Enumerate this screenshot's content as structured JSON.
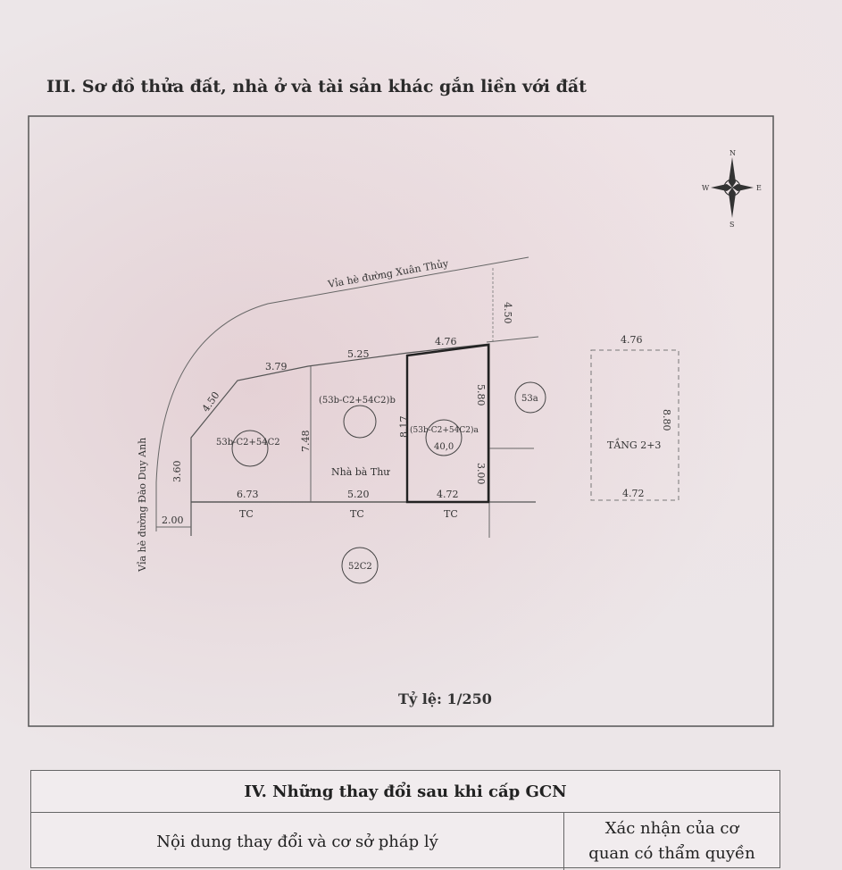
{
  "section_title": "III. Sơ đồ thửa đất, nhà ở và tài sản khác gắn liền với đất",
  "compass": {
    "n": "N",
    "s": "S",
    "e": "E",
    "w": "W"
  },
  "streets": {
    "xuan_thuy": "Vỉa hè đường Xuân Thủy",
    "dao_duy_anh": "Vỉa hè đường Đào Duy Anh"
  },
  "dimensions": {
    "top_left_diag": "4.50",
    "top_seg1": "3.79",
    "top_seg2": "5.25",
    "top_seg3": "4.76",
    "right_offset": "4.50",
    "left_height": "3.60",
    "mid_height": "7.48",
    "plot_a_height": "8.17",
    "right_upper": "5.80",
    "right_lower": "3.00",
    "bottom_seg1": "6.73",
    "bottom_seg2": "5.20",
    "bottom_seg3": "4.72",
    "left_offset": "2.00",
    "floor_top": "4.76",
    "floor_height": "8.80",
    "floor_bottom": "4.72"
  },
  "labels": {
    "plot_left": "53b-C2+54C2",
    "plot_mid": "(53b-C2+54C2)b",
    "plot_main": "(53b-C2+54C2)a",
    "plot_main_area": "40,0",
    "neighbor_right": "53a",
    "neighbor_bottom": "52C2",
    "house_owner": "Nhà bà Thư",
    "tc1": "TC",
    "tc2": "TC",
    "tc3": "TC",
    "floor_note": "TẦNG 2+3"
  },
  "scale": "Tỷ lệ: 1/250",
  "changes": {
    "title": "IV. Những thay đổi sau khi cấp GCN",
    "col_content": "Nội dung thay đổi và cơ sở pháp lý",
    "col_confirm_line1": "Xác nhận của cơ",
    "col_confirm_line2": "quan có thẩm quyền"
  }
}
